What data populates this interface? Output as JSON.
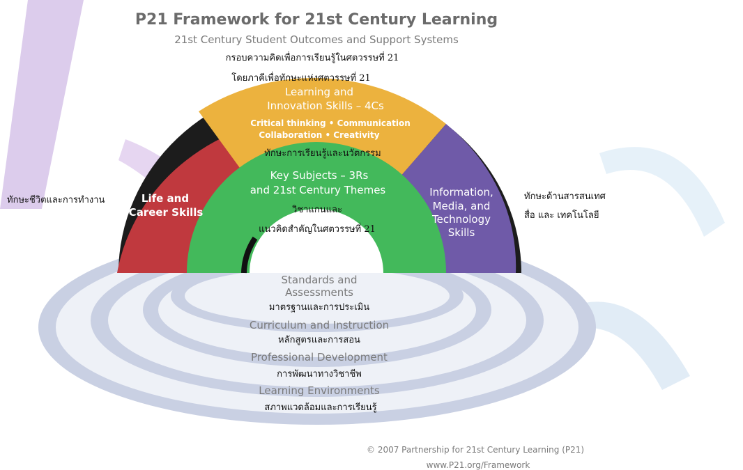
{
  "header": {
    "title": "P21 Framework for 21st Century Learning",
    "subtitle": "21st Century Student Outcomes and Support Systems",
    "thai_line1": "กรอบความคิดเพื่อการเรียนรู้ในศตวรรษที่ 21",
    "thai_line2": "โดยภาคีเพื่อทักษะแห่งศตวรรษที่ 21"
  },
  "arcs": {
    "learning": {
      "title1": "Learning and",
      "title2": "Innovation Skills – 4Cs",
      "detail1": "Critical thinking • Communication",
      "detail2": "Collaboration • Creativity",
      "thai": "ทักษะการเรียนรู้และนวัตกรรม"
    },
    "key": {
      "title1": "Key Subjects – 3Rs",
      "title2": "and 21st Century Themes",
      "thai1": "วิชาแกนและ",
      "thai2": "แนวคิดสำคัญในศตวรรษที่ 21"
    },
    "life": {
      "line1": "Life and",
      "line2": "Career Skills",
      "thai": "ทักษะชีวิตและการทำงาน"
    },
    "info": {
      "line1": "Information,",
      "line2": "Media, and",
      "line3": "Technology",
      "line4": "Skills",
      "thai1": "ทักษะด้านสารสนเทศ",
      "thai2": "สื่อ และ เทคโนโลยี"
    }
  },
  "rings": [
    {
      "en1": "Standards and",
      "en2": "Assessments",
      "thai": "มาตรฐานและการประเมิน"
    },
    {
      "en1": "Curriculum and Instruction",
      "thai": "หลักสูตรและการสอน"
    },
    {
      "en1": "Professional Development",
      "thai": "การพัฒนาทางวิชาชีพ"
    },
    {
      "en1": "Learning Environments",
      "thai": "สภาพแวดล้อมและการเรียนรู้"
    }
  ],
  "footer": {
    "copyright": "© 2007  Partnership for 21st Century Learning (P21)",
    "url": "www.P21.org/Framework"
  },
  "colors": {
    "red": "#c0393e",
    "orange": "#ecb23e",
    "green": "#43b95b",
    "purple": "#6f5aa8",
    "ring": "#d5dbe9",
    "watermark": "#8a4fb8"
  }
}
